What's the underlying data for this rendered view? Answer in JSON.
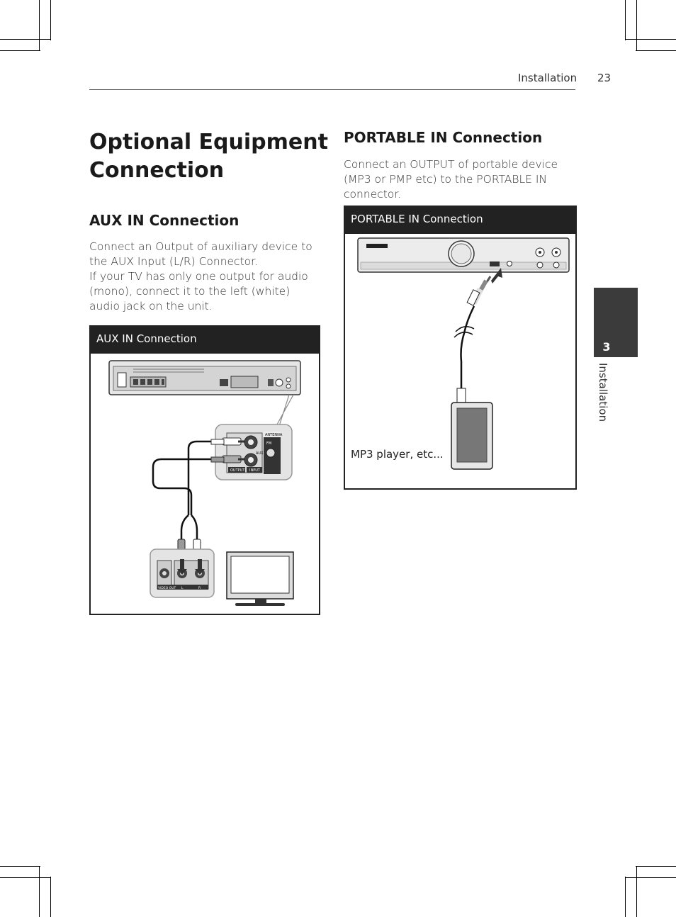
{
  "header": {
    "section": "Installation",
    "page_number": "23"
  },
  "title": "Optional Equipment Connection",
  "aux": {
    "heading": "AUX IN Connection",
    "paragraph1": "Connect an Output of auxiliary device to the AUX Input (L/R) Connector.",
    "paragraph2": "If your TV has only one output for audio (mono), connect it to the left (white) audio jack on the unit.",
    "figure_title": "AUX IN Connection",
    "callout_labels": {
      "antenna": "ANTENNA",
      "fm": "FM",
      "aux": "AUX",
      "output": "OUTPUT",
      "input": "INPUT"
    },
    "tv_labels": {
      "video_out": "VIDEO OUT",
      "left": "L",
      "right": "R"
    }
  },
  "portable": {
    "heading": "PORTABLE IN Connection",
    "paragraph": "Connect an OUTPUT of portable device (MP3 or PMP etc) to the PORTABLE IN connector.",
    "figure_title": "PORTABLE IN Connection",
    "device_caption": "MP3 player, etc..."
  },
  "side_tab": {
    "number": "3",
    "label": "Installation"
  },
  "colors": {
    "tab_bg": "#3b3b3b",
    "bar_bg": "#222222"
  }
}
